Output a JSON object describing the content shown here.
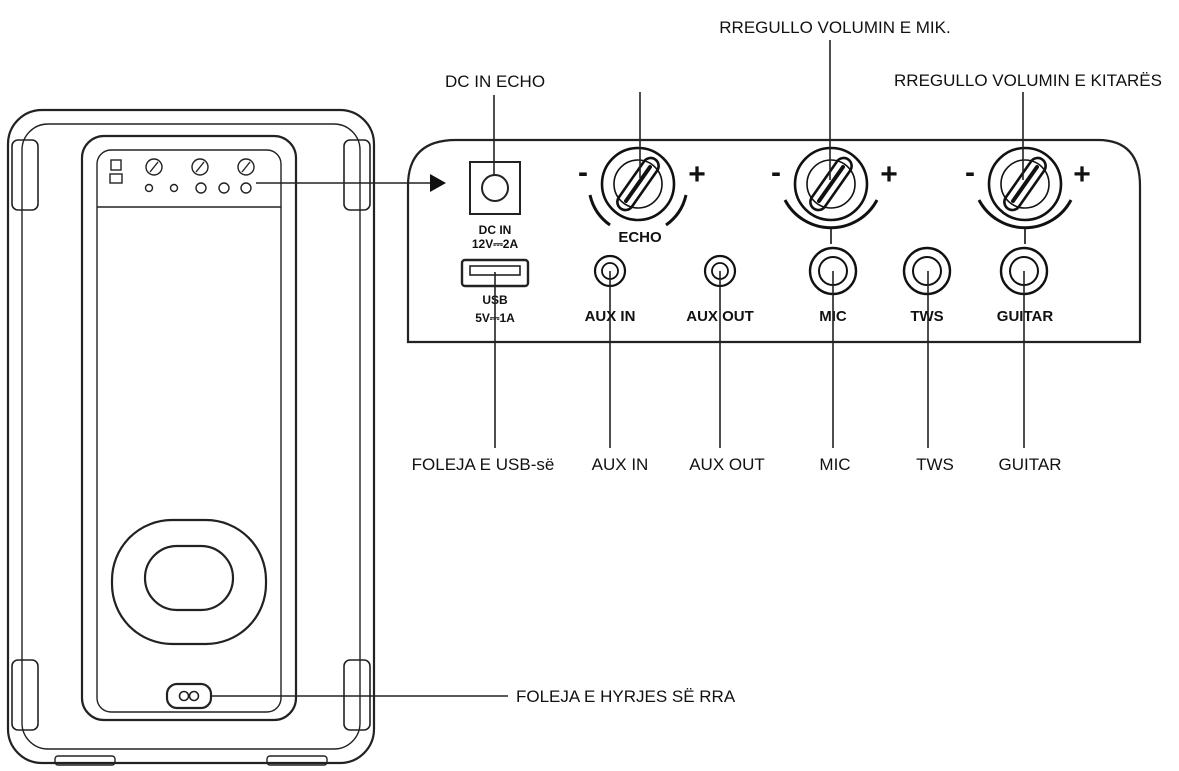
{
  "callouts": {
    "dc_in_echo": "DC IN ECHO",
    "mic_volume": "RREGULLO VOLUMIN E MIK.",
    "guitar_volume": "RREGULLO VOLUMIN E KITARËS",
    "usb_port": "FOLEJA E USB-së",
    "aux_in": "AUX IN",
    "aux_out": "AUX OUT",
    "mic": "MIC",
    "tws": "TWS",
    "guitar": "GUITAR",
    "power_input": "FOLEJA E HYRJES SË RRA"
  },
  "panel": {
    "dc_in_line1": "DC IN",
    "dc_in_line2": "12V⎓2A",
    "usb_line1": "USB",
    "usb_line2": "5V⎓1A",
    "echo": "ECHO",
    "aux_in": "AUX IN",
    "aux_out": "AUX OUT",
    "mic": "MIC",
    "tws": "TWS",
    "guitar": "GUITAR",
    "minus": "-",
    "plus": "+"
  }
}
